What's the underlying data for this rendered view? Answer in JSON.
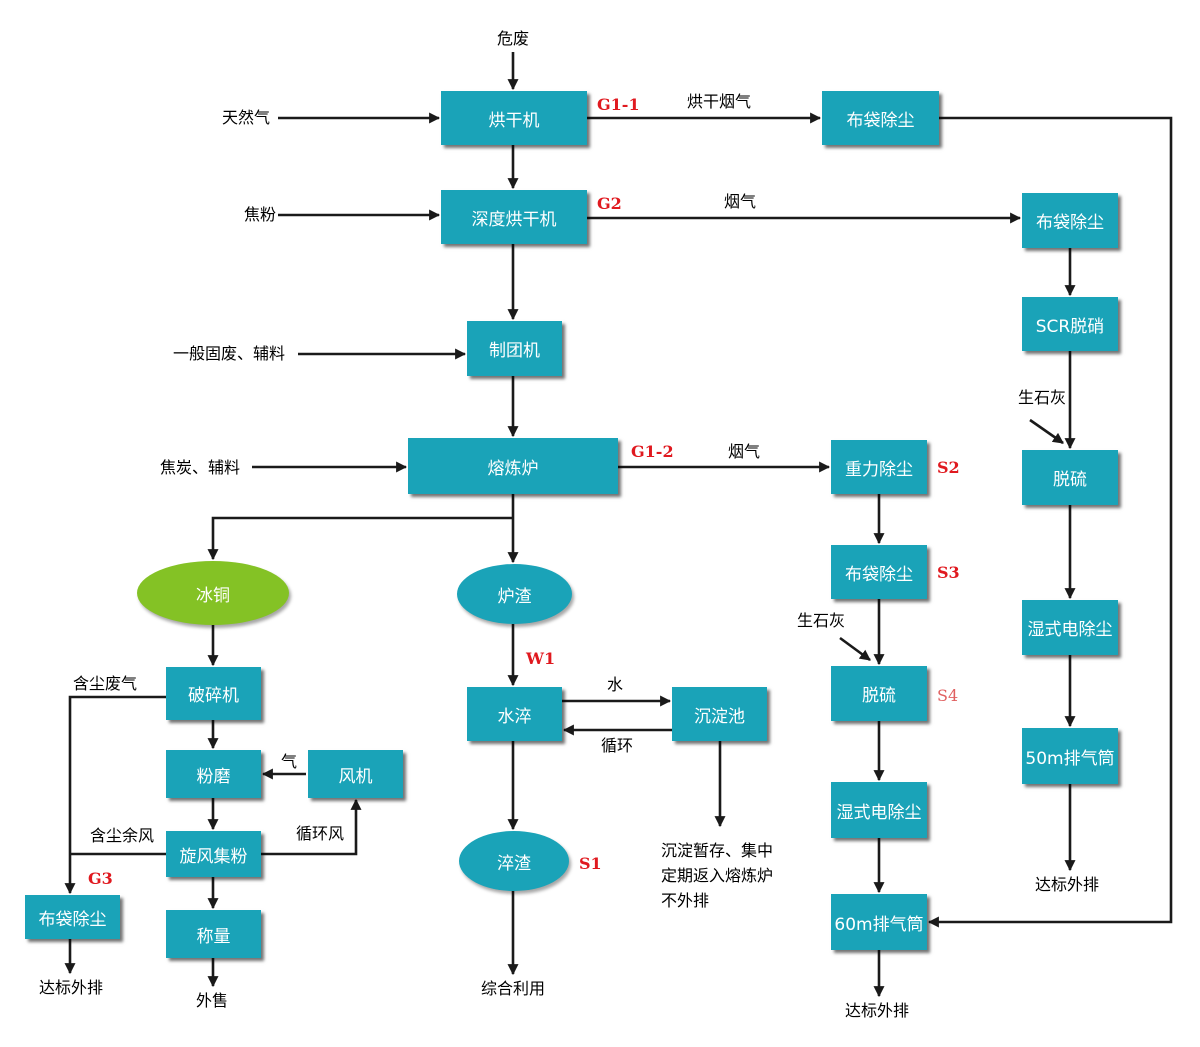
{
  "nodes": {
    "dryer": "烘干机",
    "deep_dryer": "深度烘干机",
    "briquetter": "制团机",
    "smelter": "熔炼炉",
    "bag_filter_1": "布袋除尘",
    "bag_filter_2": "布袋除尘",
    "scr": "SCR脱硝",
    "desulf_right": "脱硫",
    "wet_esp_right": "湿式电除尘",
    "stack_50m": "50m排气筒",
    "gravity_dust": "重力除尘",
    "bag_filter_3": "布袋除尘",
    "desulf_mid": "脱硫",
    "wet_esp_mid": "湿式电除尘",
    "stack_60m": "60m排气筒",
    "matte": "冰铜",
    "slag": "炉渣",
    "water_quench": "水淬",
    "settling_tank": "沉淀池",
    "quenched_slag": "淬渣",
    "crusher": "破碎机",
    "mill": "粉磨",
    "fan": "风机",
    "cyclone": "旋风集粉",
    "weighing": "称量",
    "bag_filter_g3": "布袋除尘"
  },
  "labels": {
    "hazardous_waste": "危废",
    "natural_gas": "天然气",
    "coke_powder": "焦粉",
    "solid_waste_aux": "一般固废、辅料",
    "coke_aux": "焦炭、辅料",
    "drying_flue_gas": "烘干烟气",
    "flue_gas_1": "烟气",
    "flue_gas_2": "烟气",
    "quicklime_1": "生石灰",
    "quicklime_2": "生石灰",
    "water": "水",
    "recycle": "循环",
    "dusty_exhaust": "含尘废气",
    "gas": "气",
    "dusty_residual_air": "含尘余风",
    "recycle_air": "循环风",
    "discharge_right": "达标外排",
    "discharge_mid": "达标外排",
    "discharge_left": "达标外排",
    "external_sale": "外售",
    "comprehensive_use": "综合利用"
  },
  "codes": {
    "g1_1": "G1-1",
    "g2": "G2",
    "g1_2": "G1-2",
    "g3": "G3",
    "w1": "W1",
    "s1": "S1",
    "s2": "S2",
    "s3": "S3",
    "s4": "S4"
  },
  "settling_note": [
    "沉淀暂存、集中",
    "定期返入熔炼炉",
    "不外排"
  ],
  "colors": {
    "box_fill": "#1aa3b8",
    "matte_fill": "#84c225",
    "code_red": "#e0191f",
    "arrow": "#1a1a1a"
  }
}
